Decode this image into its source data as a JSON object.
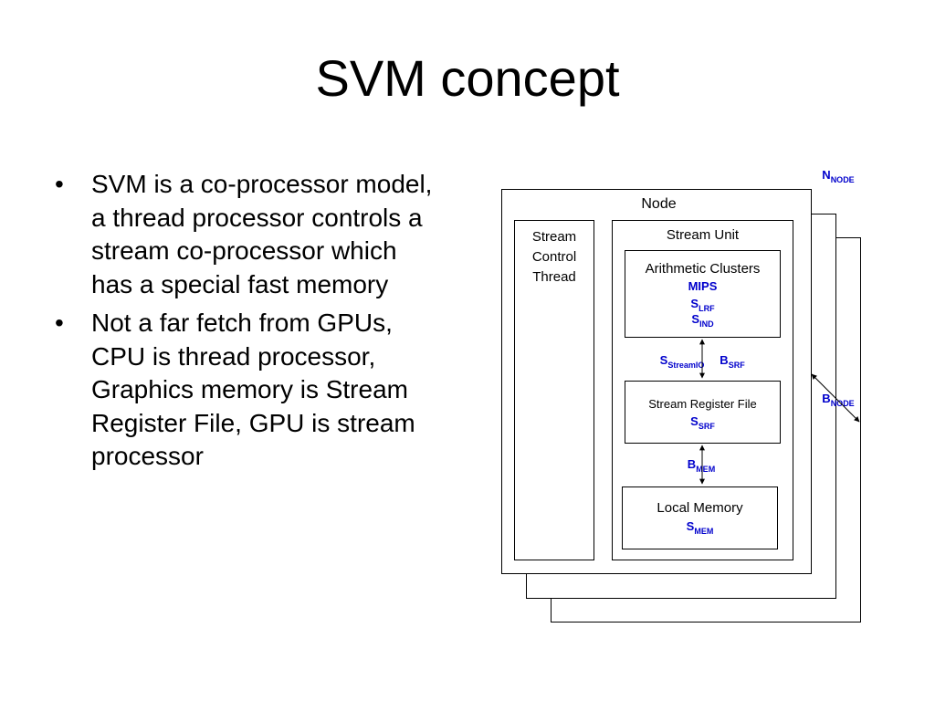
{
  "title": "SVM concept",
  "bullets": [
    "SVM is a co-processor model, a thread processor controls a stream co-processor which has a special fast memory",
    "Not a far fetch from GPUs, CPU is thread processor, Graphics memory is Stream Register File, GPU is stream processor"
  ],
  "bullet_glyph": "•",
  "diagram": {
    "node_label": "Node",
    "n_node": {
      "main": "N",
      "sub": "NODE"
    },
    "b_node": {
      "main": "B",
      "sub": "NODE"
    },
    "stream_control_thread": [
      "Stream",
      "Control",
      "Thread"
    ],
    "stream_unit_label": "Stream Unit",
    "arith_label": "Arithmetic Clusters",
    "mips": "MIPS",
    "s_lrf": {
      "main": "S",
      "sub": "LRF"
    },
    "s_ind": {
      "main": "S",
      "sub": "IND"
    },
    "s_streamio": {
      "main": "S",
      "sub": "StreamIO"
    },
    "b_srf": {
      "main": "B",
      "sub": "SRF"
    },
    "srf_label": "Stream Register File",
    "s_srf": {
      "main": "S",
      "sub": "SRF"
    },
    "b_mem": {
      "main": "B",
      "sub": "MEM"
    },
    "local_mem_label": "Local Memory",
    "s_mem": {
      "main": "S",
      "sub": "MEM"
    },
    "accent_color": "#0000cc"
  }
}
